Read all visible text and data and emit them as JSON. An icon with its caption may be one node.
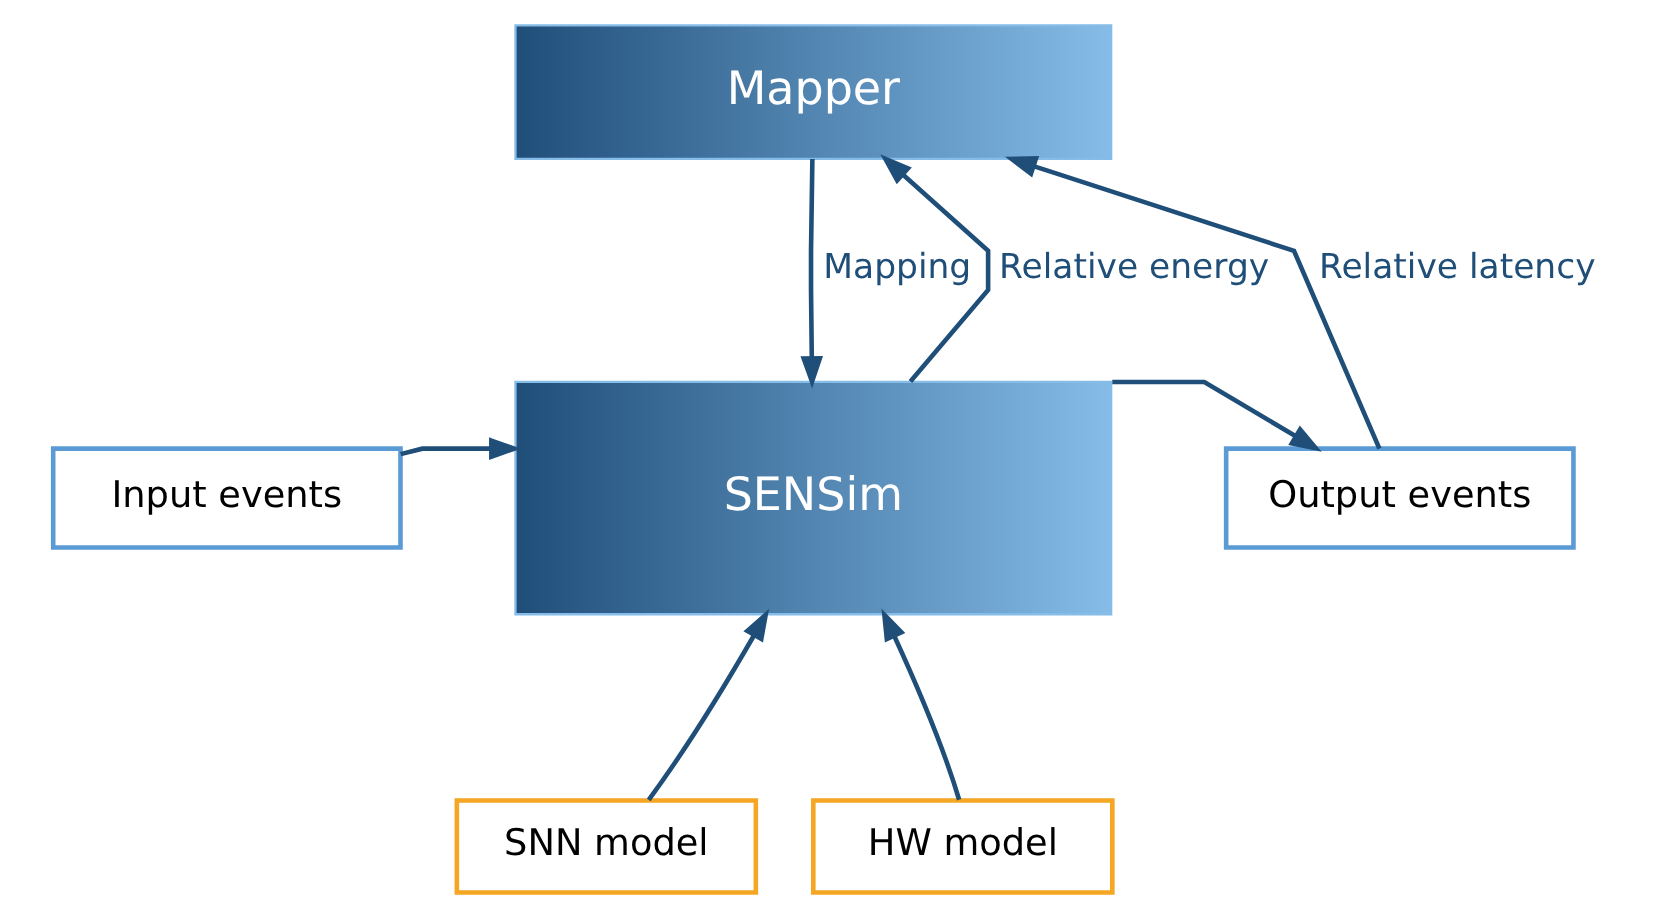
{
  "diagram": {
    "nodes": [
      {
        "text": [
          "Mapper"
        ]
      },
      {
        "text": [
          "SENSim"
        ]
      },
      {
        "text": [
          "Input events"
        ]
      },
      {
        "text": [
          "Output events"
        ]
      },
      {
        "text": [
          "SNN model"
        ]
      },
      {
        "text": [
          "HW model"
        ]
      }
    ],
    "edges": [
      {
        "from": 0,
        "to": 1,
        "arrow": "to",
        "label": "Mapping"
      },
      {
        "from": 1,
        "to": 0,
        "arrow": "to",
        "label": "Relative energy"
      },
      {
        "from": 3,
        "to": 0,
        "arrow": "to",
        "label": "Relative latency"
      },
      {
        "from": 2,
        "to": 1,
        "arrow": "to"
      },
      {
        "from": 1,
        "to": 3,
        "arrow": "to"
      },
      {
        "from": 4,
        "to": 1,
        "arrow": "to"
      },
      {
        "from": 5,
        "to": 1,
        "arrow": "to"
      }
    ]
  }
}
